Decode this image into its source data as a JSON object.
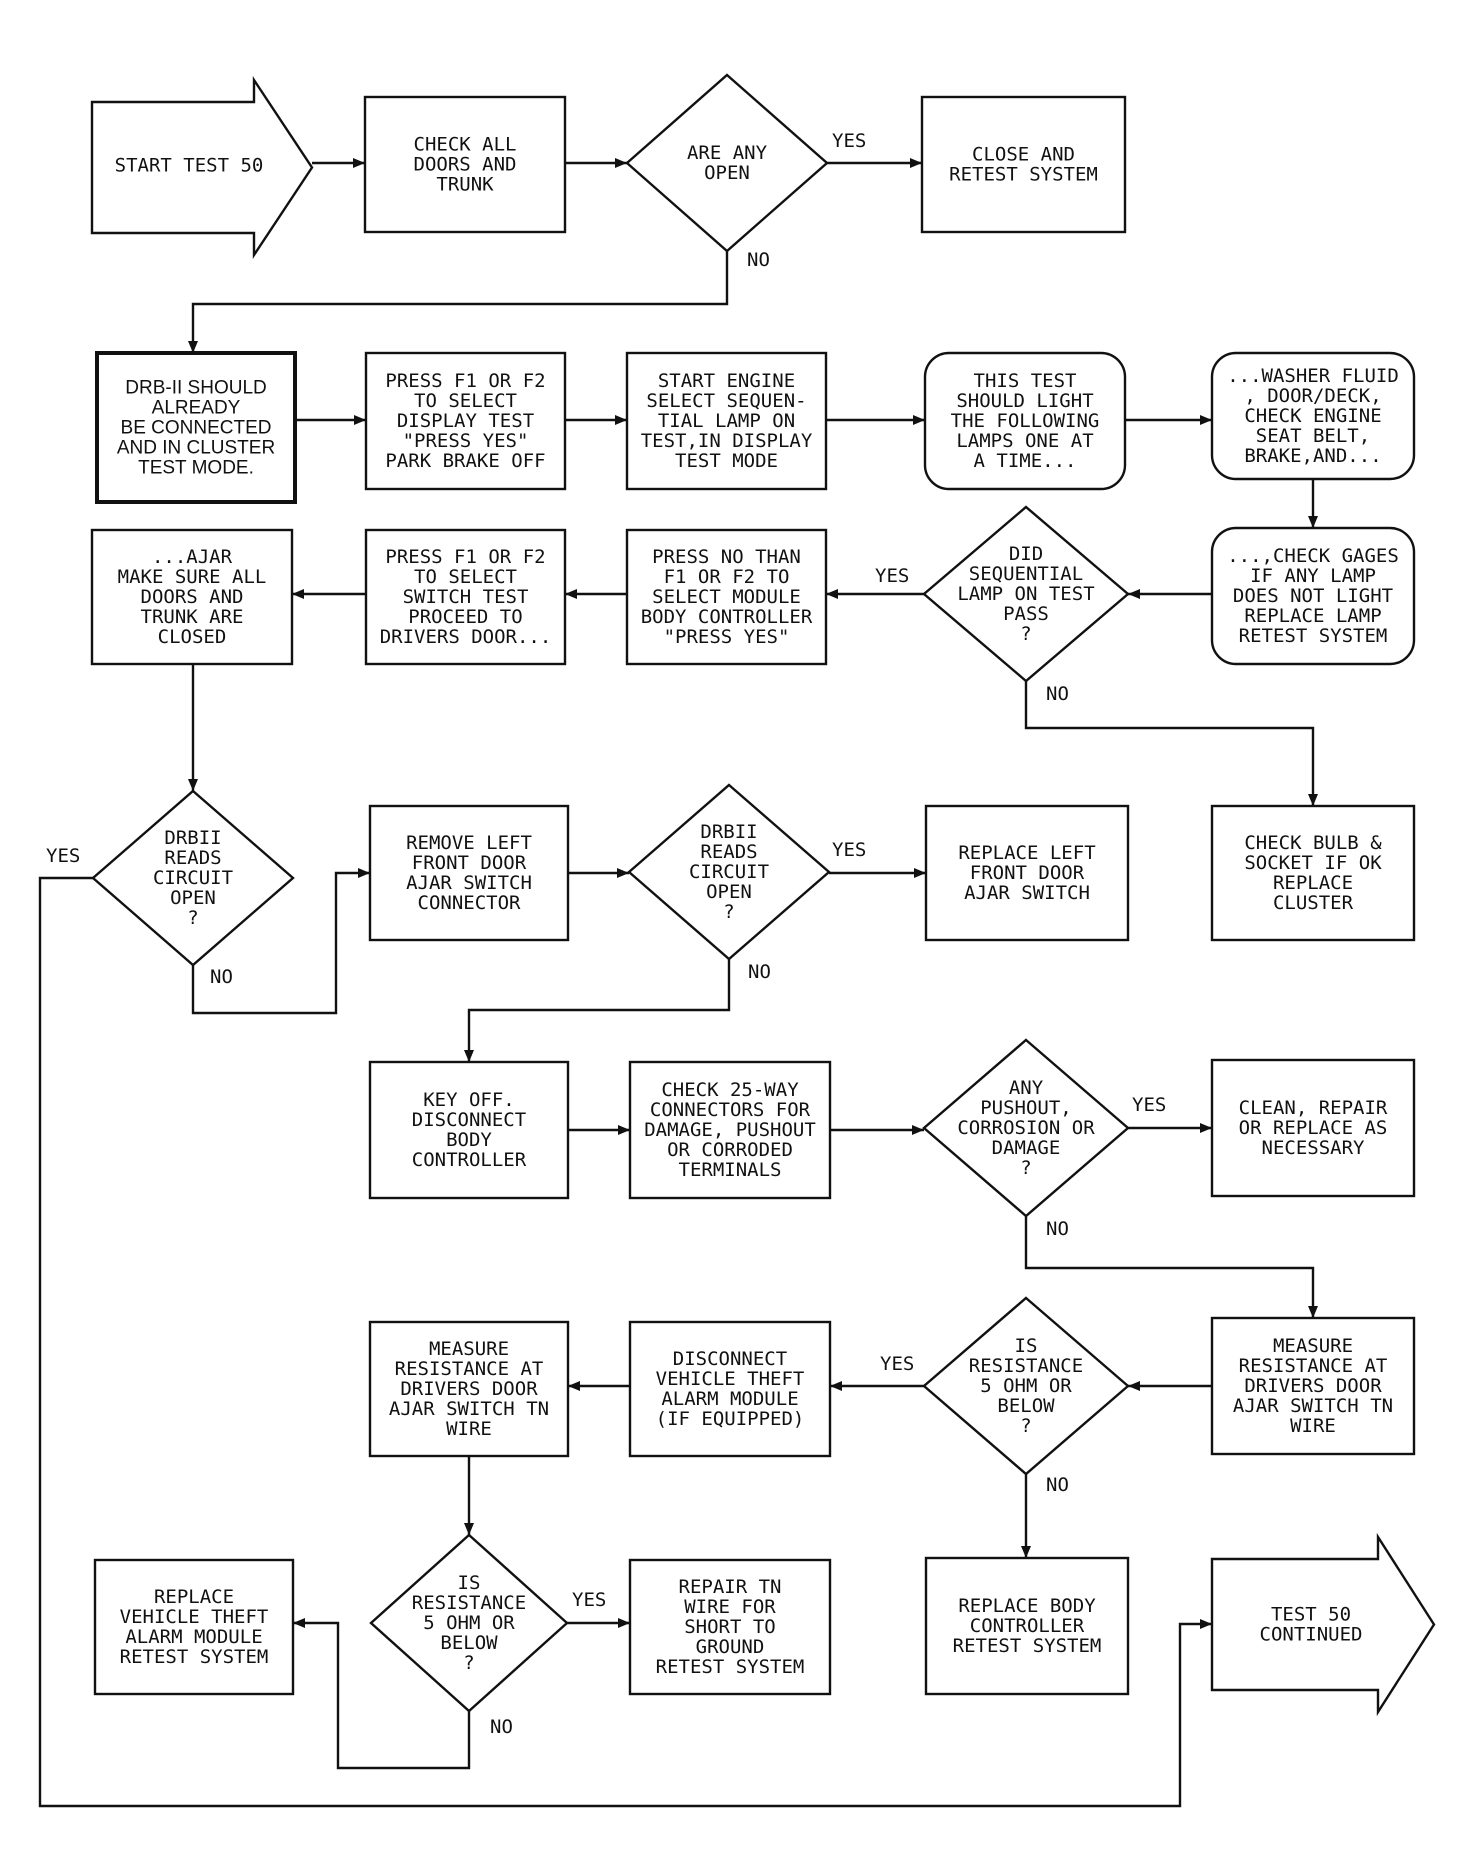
{
  "nodes": {
    "start": [
      "START TEST 50"
    ],
    "check_doors": [
      "CHECK ALL",
      "DOORS AND",
      "TRUNK"
    ],
    "any_open": [
      "ARE ANY",
      "OPEN"
    ],
    "close_retest": [
      "CLOSE AND",
      "RETEST SYSTEM"
    ],
    "drb_connected": [
      "DRB-II SHOULD",
      "ALREADY",
      "BE CONNECTED",
      "AND IN CLUSTER",
      "TEST MODE."
    ],
    "press_f1_display": [
      "PRESS F1 OR F2",
      "TO SELECT",
      "DISPLAY TEST",
      "\"PRESS YES\"",
      "PARK BRAKE OFF"
    ],
    "start_engine": [
      "START ENGINE",
      "SELECT SEQUEN-",
      "TIAL LAMP ON",
      "TEST,IN DISPLAY",
      "TEST MODE"
    ],
    "this_test": [
      "THIS TEST",
      "SHOULD LIGHT",
      "THE FOLLOWING",
      "LAMPS ONE AT",
      "A TIME..."
    ],
    "washer_fluid": [
      "...WASHER FLUID",
      ", DOOR/DECK,",
      "CHECK ENGINE",
      "SEAT BELT,",
      "BRAKE,AND..."
    ],
    "check_gages": [
      "...,CHECK GAGES",
      "IF ANY LAMP",
      "DOES NOT LIGHT",
      "REPLACE LAMP",
      "RETEST SYSTEM"
    ],
    "did_sequential": [
      "DID",
      "SEQUENTIAL",
      "LAMP ON TEST",
      "PASS",
      "?"
    ],
    "press_no": [
      "PRESS NO THAN",
      "F1 OR F2 TO",
      "SELECT MODULE",
      "BODY CONTROLLER",
      "\"PRESS YES\""
    ],
    "press_f1_switch": [
      "PRESS F1 OR F2",
      "TO SELECT",
      "SWITCH TEST",
      "PROCEED TO",
      "DRIVERS DOOR..."
    ],
    "ajar_closed": [
      "...AJAR",
      "MAKE SURE ALL",
      "DOORS AND",
      "TRUNK ARE",
      "CLOSED"
    ],
    "drbii_reads_1": [
      "DRBII",
      "READS",
      "CIRCUIT",
      "OPEN",
      "?"
    ],
    "remove_left": [
      "REMOVE LEFT",
      "FRONT DOOR",
      "AJAR SWITCH",
      "CONNECTOR"
    ],
    "drbii_reads_2": [
      "DRBII",
      "READS",
      "CIRCUIT",
      "OPEN",
      "?"
    ],
    "replace_left": [
      "REPLACE LEFT",
      "FRONT DOOR",
      "AJAR SWITCH"
    ],
    "check_bulb": [
      "CHECK BULB &",
      "SOCKET IF OK",
      "REPLACE",
      "CLUSTER"
    ],
    "key_off": [
      "KEY OFF.",
      "DISCONNECT",
      "BODY",
      "CONTROLLER"
    ],
    "check_25way": [
      "CHECK 25-WAY",
      "CONNECTORS FOR",
      "DAMAGE, PUSHOUT",
      "OR CORRODED",
      "TERMINALS"
    ],
    "any_pushout": [
      "ANY",
      "PUSHOUT,",
      "CORROSION OR",
      "DAMAGE",
      "?"
    ],
    "clean_repair": [
      "CLEAN, REPAIR",
      "OR REPLACE AS",
      "NECESSARY"
    ],
    "measure_right": [
      "MEASURE",
      "RESISTANCE AT",
      "DRIVERS DOOR",
      "AJAR SWITCH TN",
      "WIRE"
    ],
    "is_res_1": [
      "IS",
      "RESISTANCE",
      "5 OHM OR",
      "BELOW",
      "?"
    ],
    "disconnect_vta": [
      "DISCONNECT",
      "VEHICLE THEFT",
      "ALARM MODULE",
      "(IF EQUIPPED)"
    ],
    "measure_left": [
      "MEASURE",
      "RESISTANCE AT",
      "DRIVERS DOOR",
      "AJAR SWITCH TN",
      "WIRE"
    ],
    "replace_body": [
      "REPLACE BODY",
      "CONTROLLER",
      "RETEST SYSTEM"
    ],
    "is_res_2": [
      "IS",
      "RESISTANCE",
      "5 OHM OR",
      "BELOW",
      "?"
    ],
    "replace_vta": [
      "REPLACE",
      "VEHICLE THEFT",
      "ALARM MODULE",
      "RETEST SYSTEM"
    ],
    "repair_tn": [
      "REPAIR TN",
      "WIRE FOR",
      "SHORT TO",
      "GROUND",
      "RETEST SYSTEM"
    ],
    "test50_cont": [
      "TEST 50",
      "CONTINUED"
    ]
  },
  "labels": {
    "yes": "YES",
    "no": "NO"
  }
}
